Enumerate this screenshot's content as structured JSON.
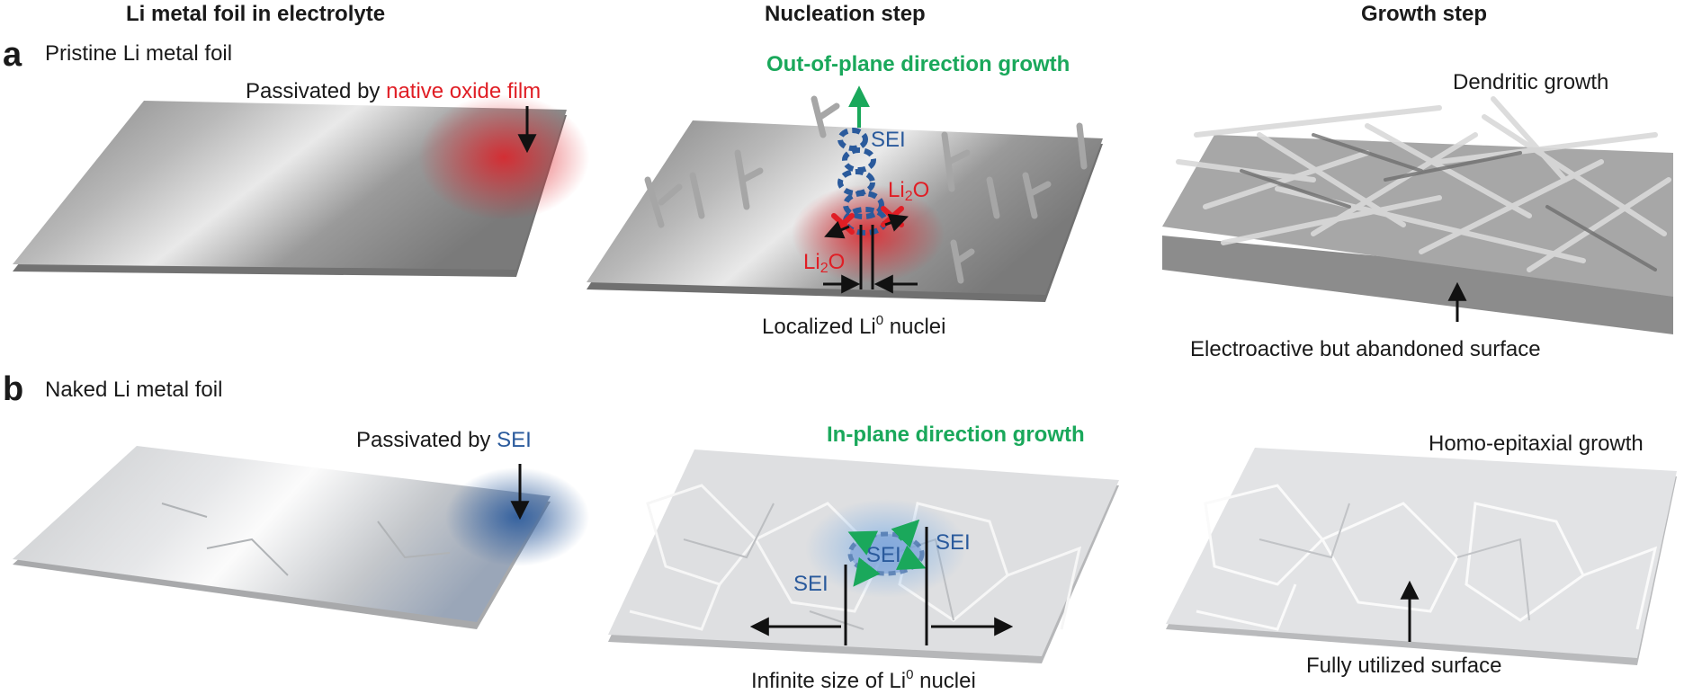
{
  "columns": {
    "col1": "Li metal foil in electrolyte",
    "col2": "Nucleation step",
    "col3": "Growth step"
  },
  "panel_a": {
    "letter": "a",
    "title": "Pristine Li metal foil",
    "passivated_prefix": "Passivated by ",
    "passivated_highlight": "native oxide film",
    "growth_direction": "Out-of-plane direction growth",
    "sei_label": "SEI",
    "oxide_main": "Li",
    "oxide_sub": "2",
    "oxide_tail": "O",
    "nuclei_prefix": "Localized Li",
    "nuclei_sup": "0",
    "nuclei_suffix": " nuclei",
    "dendritic_label": "Dendritic growth",
    "surface_label": "Electroactive but abandoned surface"
  },
  "panel_b": {
    "letter": "b",
    "title": "Naked Li metal foil",
    "passivated_prefix": "Passivated by ",
    "passivated_highlight": "SEI",
    "growth_direction": "In-plane direction growth",
    "sei_label": "SEI",
    "nuclei_prefix": "Infinite size of Li",
    "nuclei_sup": "0",
    "nuclei_suffix": " nuclei",
    "homo_label": "Homo-epitaxial growth",
    "surface_label": "Fully utilized surface"
  },
  "colors": {
    "red": "#e01e25",
    "blue": "#2a5a9c",
    "green": "#1aa85b",
    "foil_dark": "#8e8e8e",
    "foil_light": "#d6d8da"
  }
}
